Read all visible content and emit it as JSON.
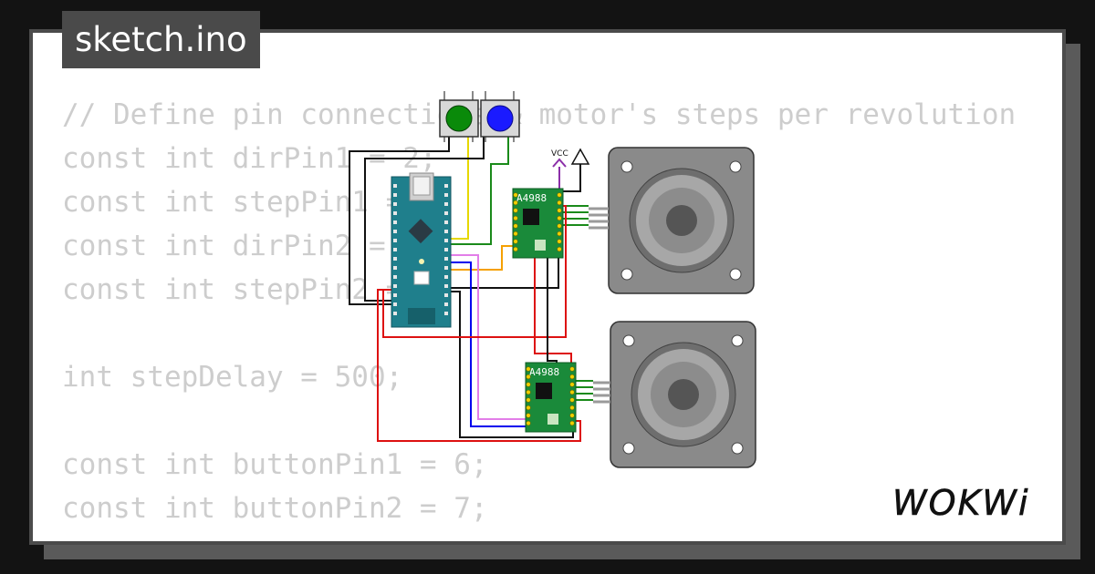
{
  "tab": {
    "label": "sketch.ino"
  },
  "code_lines": [
    "// Define pin connections & motor's steps per revolution",
    "const int dirPin1 = 2;",
    "const int stepPin1 = 3;",
    "const int dirPin2 = 4;",
    "const int stepPin2 = 5;",
    "",
    "int stepDelay = 500;",
    "",
    "const int buttonPin1 = 6;",
    "const int buttonPin2 = 7;"
  ],
  "diagram": {
    "vcc_label": "VCC",
    "driver1_label": "A4988",
    "driver2_label": "A4988",
    "button1_color": "#0a8a0a",
    "button2_color": "#1a1aff"
  },
  "brand": {
    "logo_text": "WOKWi"
  },
  "colors": {
    "background": "#131313",
    "card": "#ffffff",
    "code_text": "#cdcdcd",
    "tab": "#4a4a4a",
    "board": "#1f7f8c",
    "driver": "#1a8a3a"
  }
}
